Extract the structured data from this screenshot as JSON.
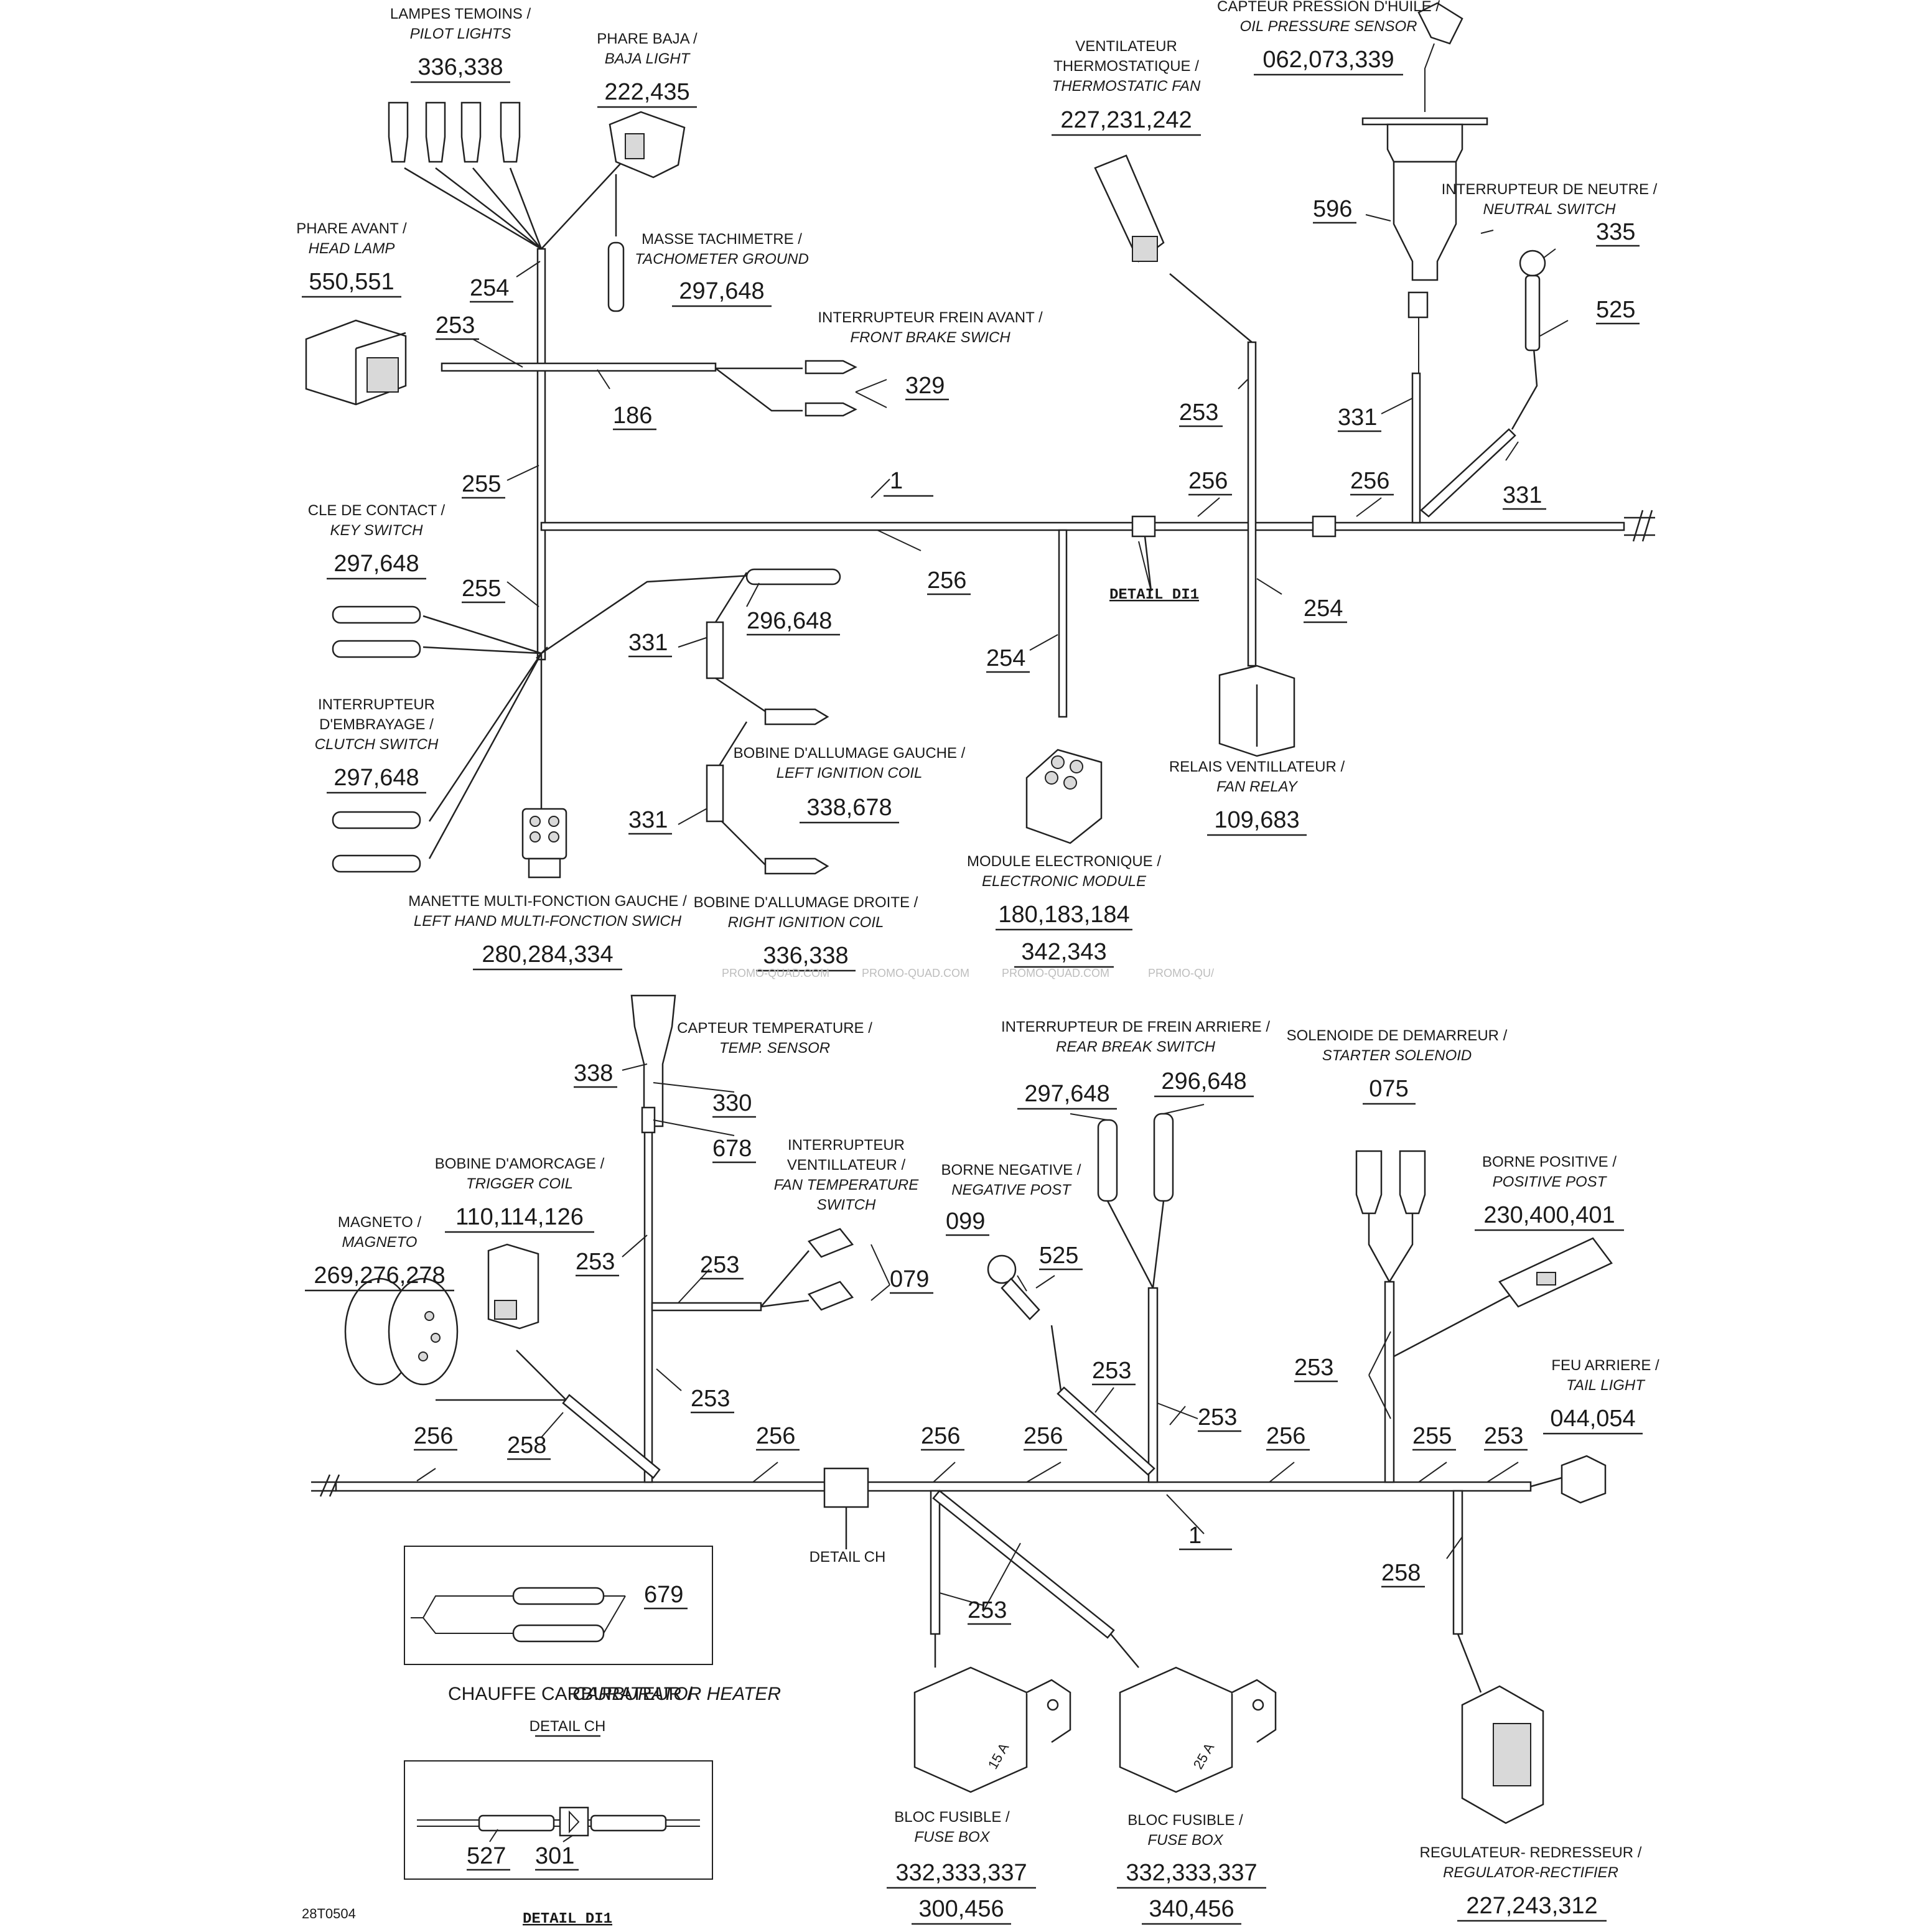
{
  "drawing_ref": "28T0504",
  "watermark": [
    "PROMO-QUAD.COM",
    "PROMO-QUAD.COM",
    "PROMO-QUAD.COM",
    "PROMO-QU/"
  ],
  "components": {
    "pilot_lights": {
      "fr": "LAMPES TEMOINS /",
      "en": "PILOT LIGHTS",
      "parts": "336,338"
    },
    "baja_light": {
      "fr": "PHARE BAJA /",
      "en": "BAJA LIGHT",
      "parts": "222,435"
    },
    "head_lamp": {
      "fr": "PHARE AVANT /",
      "en": "HEAD LAMP",
      "parts": "550,551"
    },
    "tacho_ground": {
      "fr": "MASSE TACHIMETRE /",
      "en": "TACHOMETER GROUND",
      "parts": "297,648"
    },
    "front_brake": {
      "fr": "INTERRUPTEUR FREIN AVANT /",
      "en": "FRONT BRAKE SWICH"
    },
    "key_switch": {
      "fr": "CLE DE CONTACT /",
      "en": "KEY SWITCH",
      "parts": "297,648"
    },
    "clutch_switch": {
      "fr1": "INTERRUPTEUR",
      "fr2": "D'EMBRAYAGE /",
      "en": "CLUTCH SWITCH",
      "parts": "297,648"
    },
    "lh_switch": {
      "fr": "MANETTE MULTI-FONCTION GAUCHE /",
      "en": "LEFT HAND MULTI-FONCTION SWICH",
      "parts": "280,284,334"
    },
    "left_coil": {
      "fr": "BOBINE D'ALLUMAGE GAUCHE /",
      "en": "LEFT IGNITION COIL",
      "parts": "338,678"
    },
    "right_coil": {
      "fr": "BOBINE D'ALLUMAGE DROITE /",
      "en": "RIGHT IGNITION COIL",
      "parts": "336,338"
    },
    "ecm": {
      "fr": "MODULE ELECTRONIQUE /",
      "en": "ELECTRONIC MODULE",
      "parts1": "180,183,184",
      "parts2": "342,343"
    },
    "thermo_fan": {
      "fr1": "VENTILATEUR",
      "fr2": "THERMOSTATIQUE /",
      "en": "THERMOSTATIC FAN",
      "parts": "227,231,242"
    },
    "oil_sensor": {
      "fr": "CAPTEUR PRESSION D'HUILE /",
      "en": "OIL PRESSURE SENSOR",
      "parts": "062,073,339"
    },
    "neutral_switch": {
      "fr": "INTERRUPTEUR DE NEUTRE /",
      "en": "NEUTRAL SWITCH"
    },
    "fan_relay": {
      "fr": "RELAIS VENTILLATEUR /",
      "en": "FAN RELAY",
      "parts": "109,683"
    },
    "temp_sensor": {
      "fr": "CAPTEUR TEMPERATURE /",
      "en": "TEMP. SENSOR"
    },
    "trigger_coil": {
      "fr": "BOBINE D'AMORCAGE /",
      "en": "TRIGGER COIL",
      "parts": "110,114,126"
    },
    "magneto": {
      "fr": "MAGNETO /",
      "en": "MAGNETO",
      "parts": "269,276,278"
    },
    "fan_temp_switch": {
      "fr1": "INTERRUPTEUR",
      "fr2": "VENTILLATEUR /",
      "en1": "FAN TEMPERATURE",
      "en2": "SWITCH"
    },
    "rear_brake": {
      "fr": "INTERRUPTEUR DE FREIN ARRIERE /",
      "en": "REAR BREAK SWITCH",
      "parts_a": "297,648",
      "parts_b": "296,648"
    },
    "neg_post": {
      "fr": "BORNE NEGATIVE /",
      "en": "NEGATIVE POST"
    },
    "starter_solenoid": {
      "fr": "SOLENOIDE DE DEMARREUR /",
      "en": "STARTER SOLENOID",
      "parts": "075"
    },
    "pos_post": {
      "fr": "BORNE POSITIVE /",
      "en": "POSITIVE POST",
      "parts": "230,400,401"
    },
    "tail_light": {
      "fr": "FEU ARRIERE /",
      "en": "TAIL LIGHT",
      "parts": "044,054"
    },
    "fuse_box_1": {
      "fr": "BLOC FUSIBLE /",
      "en": "FUSE BOX",
      "parts1": "332,333,337",
      "parts2": "300,456",
      "rating": "15 A"
    },
    "fuse_box_2": {
      "fr": "BLOC FUSIBLE /",
      "en": "FUSE BOX",
      "parts1": "332,333,337",
      "parts2": "340,456",
      "rating": "25 A"
    },
    "regulator": {
      "fr": "REGULATEUR- REDRESSEUR /",
      "en": "REGULATOR-RECTIFIER",
      "parts": "227,243,312"
    },
    "carb_heater": {
      "fr": "CHAUFFE CARBURATEUR /",
      "en": "CARBURATOR HEATER"
    }
  },
  "details": {
    "di1": "DETAIL DI1",
    "ch": "DETAIL CH"
  },
  "callouts": {
    "c254a": "254",
    "c253a": "253",
    "c186": "186",
    "c329": "329",
    "c255a": "255",
    "c255b": "255",
    "c1a": "1",
    "c256a": "256",
    "c256b": "256",
    "c256c": "256",
    "c331a": "331",
    "c331b": "331",
    "c254b": "254",
    "c254c": "254",
    "c253b": "253",
    "c596": "596",
    "c335": "335",
    "c525a": "525",
    "c331c": "331",
    "c331d": "331",
    "c296": "296,648",
    "c338": "338",
    "c330": "330",
    "c678": "678",
    "c253c": "253",
    "c253d": "253",
    "c079": "079",
    "c253e": "253",
    "c099": "099",
    "c525b": "525",
    "c253f": "253",
    "c253g": "253",
    "c253h": "253",
    "c256d": "256",
    "c258a": "258",
    "c256e": "256",
    "c256f": "256",
    "c256g": "256",
    "c256h": "256",
    "c255c": "255",
    "c253i": "253",
    "c1b": "1",
    "c253j": "253",
    "c258b": "258",
    "c679": "679",
    "c527": "527",
    "c301": "301"
  }
}
